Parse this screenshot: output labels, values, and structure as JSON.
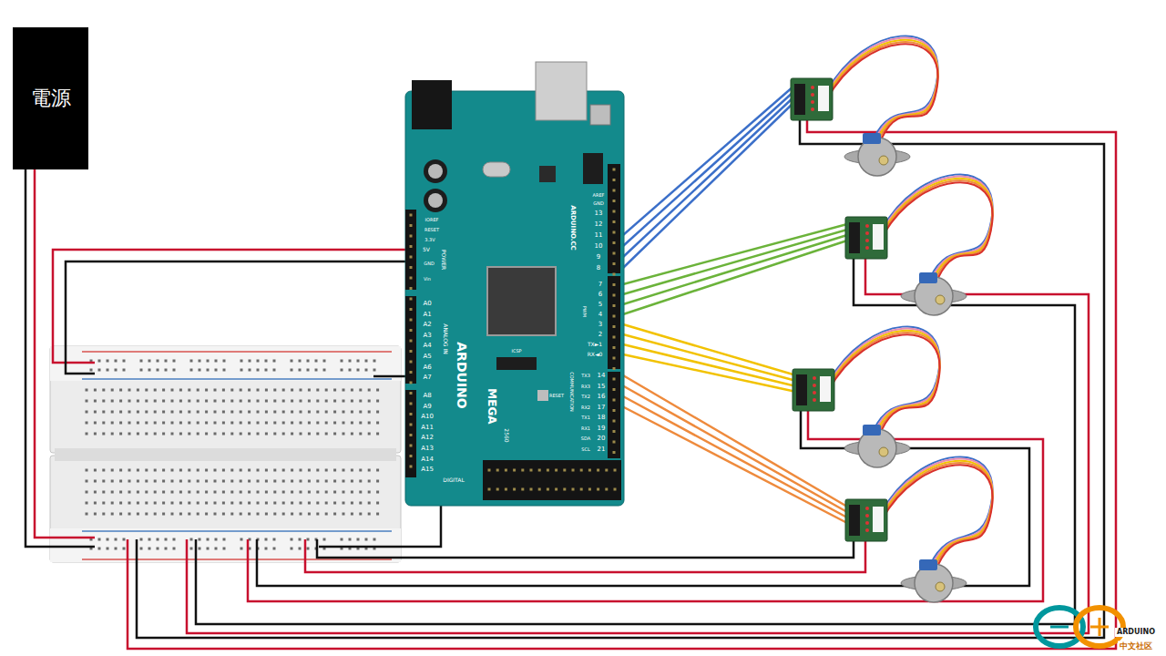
{
  "diagram": {
    "nodes": [
      {
        "text": [
          "電源"
        ]
      }
    ],
    "edges": [],
    "labels": [
      "AREF",
      "GND",
      "13",
      "12",
      "11",
      "10",
      "9",
      "8",
      "7",
      "6",
      "5",
      "4",
      "3",
      "2",
      "TX►1",
      "RX◄0",
      "14",
      "15",
      "16",
      "17",
      "18",
      "19",
      "20",
      "21",
      "TX3",
      "RX3",
      "TX2",
      "RX2",
      "TX1",
      "RX1",
      "SDA",
      "SCL",
      "PWM",
      "COMMUNICATION",
      "IOREF",
      "RESET",
      "3.3V",
      "5V",
      "GND",
      "Vin",
      "POWER",
      "A0",
      "A1",
      "A2",
      "A3",
      "A4",
      "A5",
      "A6",
      "A7",
      "A8",
      "A9",
      "A10",
      "A11",
      "A12",
      "A13",
      "A14",
      "A15",
      "ANALOG IN",
      "ARDUINO",
      "MEGA",
      "2560",
      "ARDUINO.CC",
      "DIGITAL",
      "ICSP",
      "RESET",
      "ARDUINO",
      "中文社区"
    ]
  }
}
